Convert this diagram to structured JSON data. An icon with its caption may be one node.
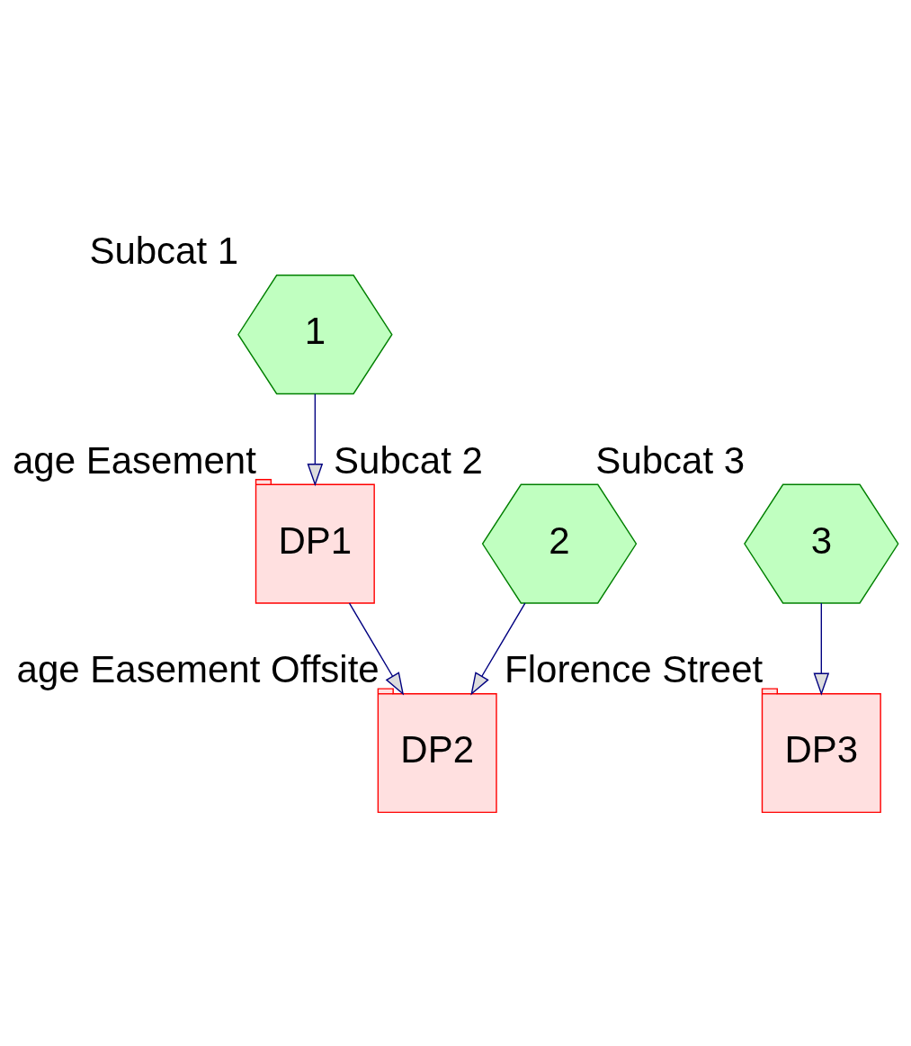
{
  "diagram": {
    "nodes": [
      {
        "text": [
          "1"
        ],
        "beside": [
          "Subcat 1"
        ]
      },
      {
        "text": [
          "DP1"
        ],
        "beside": [
          "age Easement"
        ]
      },
      {
        "text": [
          "2"
        ],
        "beside": [
          "Subcat 2"
        ]
      },
      {
        "text": [
          "3"
        ],
        "beside": [
          "Subcat 3"
        ]
      },
      {
        "text": [
          "DP2"
        ],
        "beside": [
          "age Easement Offsite"
        ]
      },
      {
        "text": [
          "DP3"
        ],
        "beside": [
          "Florence Street"
        ]
      }
    ],
    "edges": [
      {
        "from": 0,
        "to": 1,
        "arrow": "to"
      },
      {
        "from": 1,
        "to": 4,
        "arrow": "to"
      },
      {
        "from": 2,
        "to": 4,
        "arrow": "to"
      },
      {
        "from": 3,
        "to": 5,
        "arrow": "to"
      }
    ]
  }
}
